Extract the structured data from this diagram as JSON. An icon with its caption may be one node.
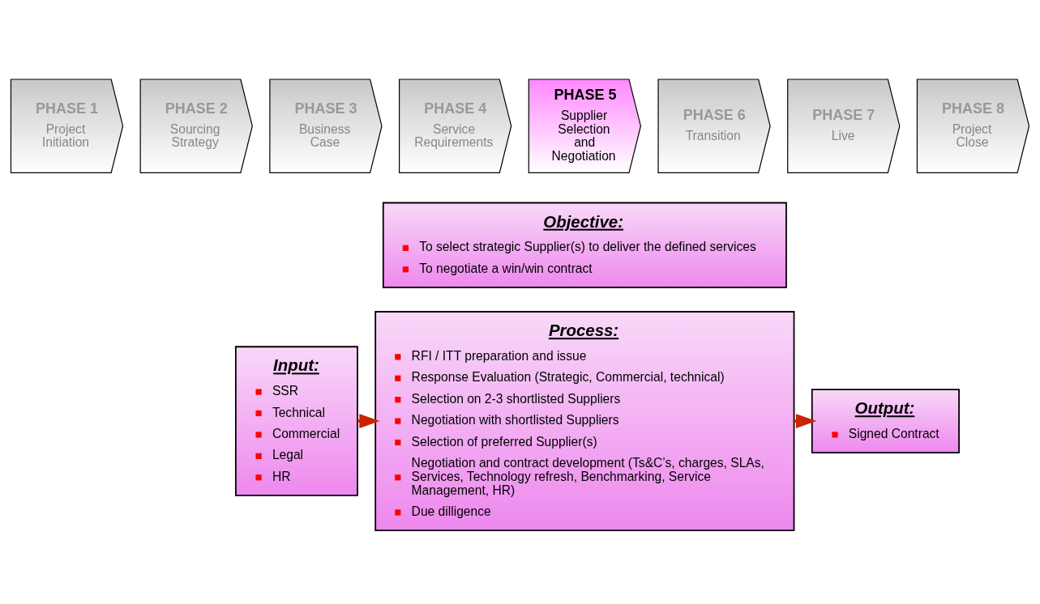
{
  "diagram": {
    "nodes": [
      {
        "text": [
          "PHASE 1",
          "Project Initiation"
        ]
      },
      {
        "text": [
          "PHASE 2",
          "Sourcing Strategy"
        ]
      },
      {
        "text": [
          "PHASE 3",
          "Business Case"
        ]
      },
      {
        "text": [
          "PHASE 4",
          "Service Requirements"
        ]
      },
      {
        "text": [
          "PHASE 5",
          "Supplier Selection and Negotiation"
        ]
      },
      {
        "text": [
          "PHASE 6",
          "Transition"
        ]
      },
      {
        "text": [
          "PHASE 7",
          "Live"
        ]
      },
      {
        "text": [
          "PHASE 8",
          "Project Close"
        ]
      },
      {
        "text": [
          "Objective:",
          "To select strategic Supplier(s) to deliver the defined services",
          "To negotiate a win/win contract"
        ]
      },
      {
        "text": [
          "Input:",
          "SSR",
          "Technical",
          "Commercial",
          "Legal",
          "HR"
        ]
      },
      {
        "text": [
          "Process:",
          "RFI / ITT preparation and issue",
          "Response Evaluation (Strategic, Commercial, technical)",
          "Selection on 2-3 shortlisted Suppliers",
          "Negotiation with shortlisted Suppliers",
          "Selection of preferred Supplier(s)",
          "Negotiation and contract development (Ts&C’s, charges, SLAs, Services, Technology refresh, Benchmarking, Service Management, HR)",
          "Due dilligence"
        ]
      },
      {
        "text": [
          "Output:",
          "Signed Contract"
        ]
      }
    ],
    "edges": [
      {
        "from": 9,
        "to": 10,
        "arrow": "to"
      },
      {
        "from": 10,
        "to": 11,
        "arrow": "to"
      }
    ]
  }
}
